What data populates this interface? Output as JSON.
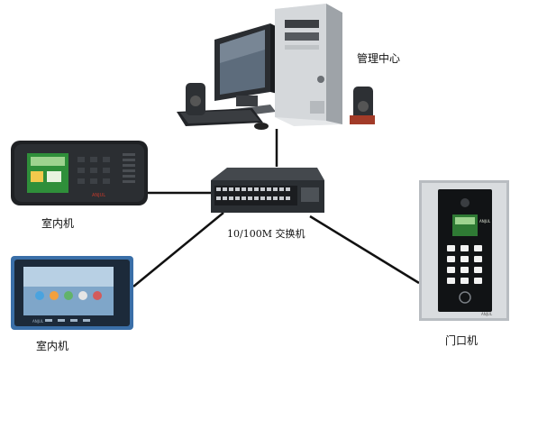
{
  "labels": {
    "management_center": "管理中心",
    "switch": "10/100M 交换机",
    "indoor_unit_top": "室内机",
    "indoor_unit_bottom": "室内机",
    "door_unit": "门口机"
  },
  "device_text": {
    "door_panel_logo": "ANJUL",
    "door_panel_brand": "ANJUL",
    "indoor_top_brand": "ANJUL",
    "indoor_bottom_brand": "ANJUL"
  },
  "colors": {
    "link_line": "#111111",
    "switch_body": "#2b2f33",
    "panel_frame": "#9aa0a6",
    "screen_green": "#2f8f3a",
    "tablet_blue": "#3a6fa8"
  },
  "icons": [
    "computer-icon",
    "network-switch-icon",
    "indoor-unit-icon",
    "tablet-indoor-unit-icon",
    "door-unit-icon"
  ]
}
